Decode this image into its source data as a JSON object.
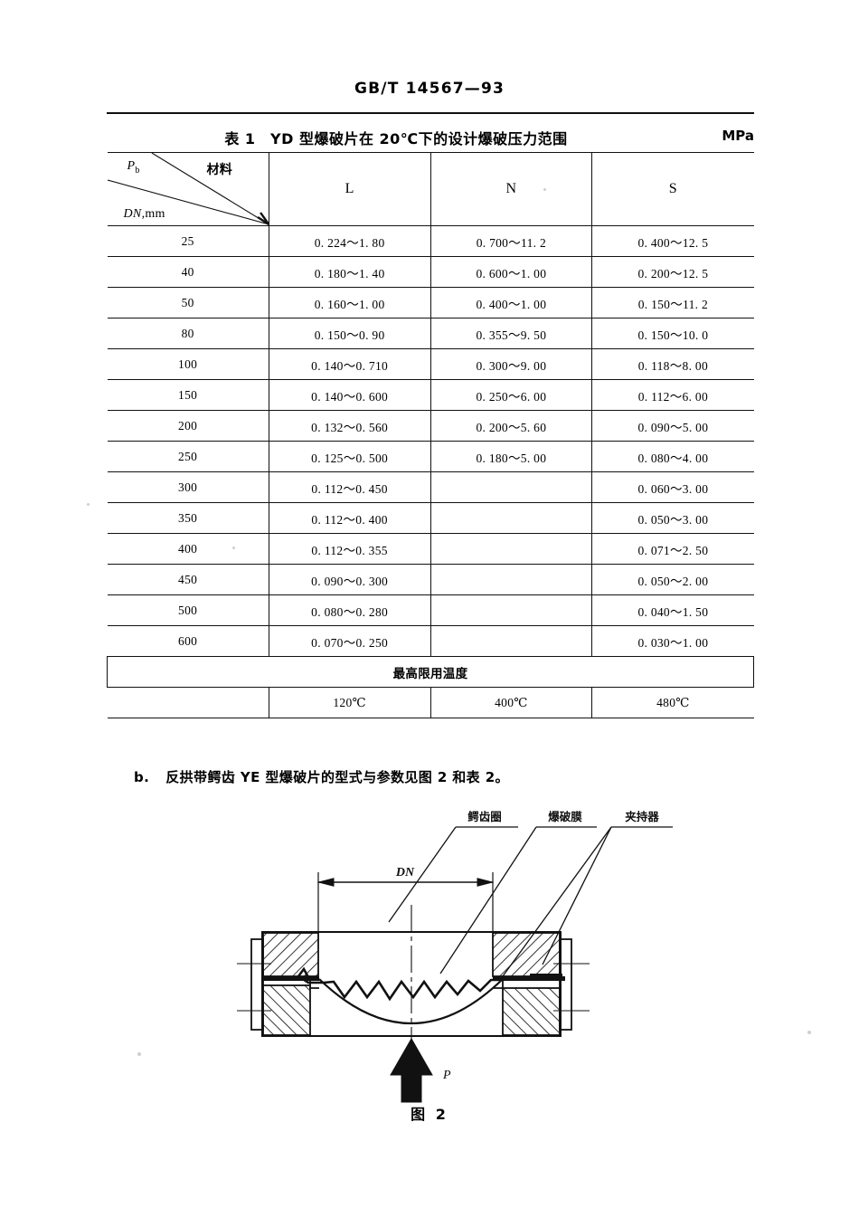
{
  "page": {
    "standard_header": "GB/T 14567—93",
    "figure_caption": "图 2"
  },
  "table1": {
    "caption": "表 1 YD 型爆破片在 20℃下的设计爆破压力范围",
    "unit": "MPa",
    "corner": {
      "pressure_symbol": "P",
      "pressure_subscript": "b",
      "material_label": "材料",
      "dn_label": "DN",
      "dn_unit": ",mm"
    },
    "columns": [
      "L",
      "N",
      "S"
    ],
    "rows": [
      {
        "dn": "25",
        "L": "0. 224～1. 80",
        "N": "0. 700～11. 2",
        "S": "0. 400～12. 5"
      },
      {
        "dn": "40",
        "L": "0. 180～1. 40",
        "N": "0. 600～1. 00",
        "S": "0. 200～12. 5"
      },
      {
        "dn": "50",
        "L": "0. 160～1. 00",
        "N": "0. 400～1. 00",
        "S": "0. 150～11. 2"
      },
      {
        "dn": "80",
        "L": "0. 150～0. 90",
        "N": "0. 355～9. 50",
        "S": "0. 150～10. 0"
      },
      {
        "dn": "100",
        "L": "0. 140～0. 710",
        "N": "0. 300～9. 00",
        "S": "0. 118～8. 00"
      },
      {
        "dn": "150",
        "L": "0. 140～0. 600",
        "N": "0. 250～6. 00",
        "S": "0. 112～6. 00"
      },
      {
        "dn": "200",
        "L": "0. 132～0. 560",
        "N": "0. 200～5. 60",
        "S": "0. 090～5. 00"
      },
      {
        "dn": "250",
        "L": "0. 125～0. 500",
        "N": "0. 180～5. 00",
        "S": "0. 080～4. 00"
      },
      {
        "dn": "300",
        "L": "0. 112～0. 450",
        "N": "",
        "S": "0. 060～3. 00"
      },
      {
        "dn": "350",
        "L": "0. 112～0. 400",
        "N": "",
        "S": "0. 050～3. 00"
      },
      {
        "dn": "400",
        "L": "0. 112～0. 355",
        "N": "",
        "S": "0. 071～2. 50"
      },
      {
        "dn": "450",
        "L": "0. 090～0. 300",
        "N": "",
        "S": "0. 050～2. 00"
      },
      {
        "dn": "500",
        "L": "0. 080～0. 280",
        "N": "",
        "S": "0. 040～1. 50"
      },
      {
        "dn": "600",
        "L": "0. 070～0. 250",
        "N": "",
        "S": "0. 030～1. 00"
      }
    ],
    "max_temp_header": "最高限用温度",
    "max_temp_row": {
      "dn": "",
      "L": "120℃",
      "N": "400℃",
      "S": "480℃"
    }
  },
  "note": {
    "marker": "b.",
    "text": "反拱带鳄齿 YE 型爆破片的型式与参数见图 2 和表 2。"
  },
  "figure2": {
    "labels": {
      "tooth_ring": "鳄齿圈",
      "burst_membrane": "爆破膜",
      "holder": "夹持器"
    },
    "dn_dimension": "DN",
    "pressure_arrow_label": "P"
  }
}
